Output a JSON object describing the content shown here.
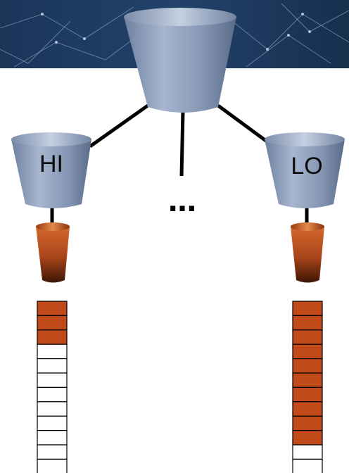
{
  "diagram": {
    "left_bucket_label": "HI",
    "right_bucket_label": "LO",
    "ellipsis": "…",
    "left_queue": {
      "total_slots": 12,
      "filled_slots": 3
    },
    "right_queue": {
      "total_slots": 12,
      "filled_slots": 10
    },
    "colors": {
      "bucket_blue": "#8a9bb7",
      "bucket_blue_dark": "#5d6f8c",
      "bucket_orange": "#b8501f",
      "bucket_orange_dark": "#7a2e0c",
      "queue_filled": "#c24a1a",
      "queue_empty": "#ffffff",
      "banner": "#1d3556"
    }
  }
}
